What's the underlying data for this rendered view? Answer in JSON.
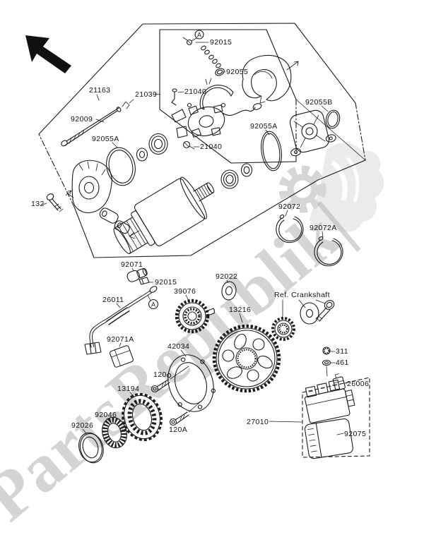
{
  "diagram": {
    "type": "exploded-parts-diagram",
    "subject": "Starter Motor",
    "watermark": "PartsRepublik|",
    "view_marker": "A",
    "callouts": {
      "21163": "21163",
      "21039": "21039",
      "21040_upper": "21040",
      "21040_lower": "21040",
      "92009": "92009",
      "92055a_left": "92055A",
      "92055a_right": "92055A",
      "92015_upper": "92015",
      "92015_lower": "92015",
      "92055": "92055",
      "92055b": "92055B",
      "132": "132",
      "92072": "92072",
      "92072a": "92072A",
      "92071": "92071",
      "26011": "26011",
      "92071a": "92071A",
      "39076": "39076",
      "92022": "92022",
      "13216": "13216",
      "ref_crankshaft": "Ref. Crankshaft",
      "311": "311",
      "461": "461",
      "26006": "26006",
      "27010": "27010",
      "92075": "92075",
      "42034": "42034",
      "120": "120",
      "120a": "120A",
      "13194": "13194",
      "92046": "92046",
      "92026": "92026"
    }
  }
}
